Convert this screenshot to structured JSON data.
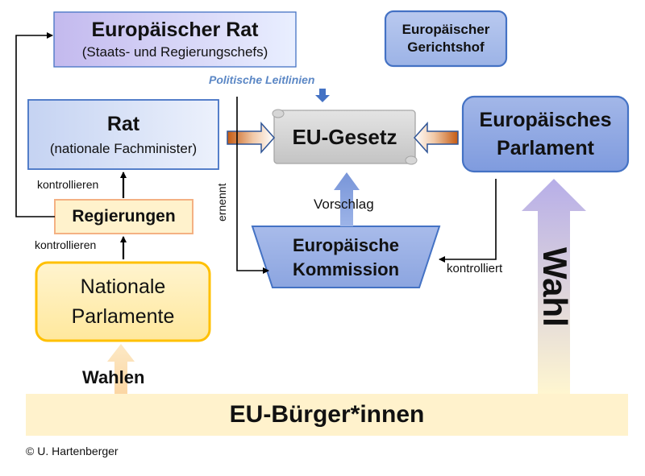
{
  "nodes": {
    "european_council": {
      "title": "Europäischer Rat",
      "subtitle": "(Staats- und Regierungschefs)"
    },
    "court_of_justice": {
      "line1": "Europäischer",
      "line2": "Gerichtshof"
    },
    "council": {
      "title": "Rat",
      "subtitle": "(nationale Fachminister)"
    },
    "eu_law": {
      "title": "EU-Gesetz"
    },
    "european_parliament": {
      "line1": "Europäisches",
      "line2": "Parlament"
    },
    "governments": {
      "title": "Regierungen"
    },
    "commission": {
      "line1": "Europäische",
      "line2": "Kommission"
    },
    "national_parliaments": {
      "line1": "Nationale",
      "line2": "Parlamente"
    },
    "citizens": {
      "title": "EU-Bürger*innen"
    }
  },
  "labels": {
    "policy_guidelines": "Politische Leitlinien",
    "control_council": "kontrollieren",
    "control_governments": "kontrollieren",
    "appoints": "ernennt",
    "proposal": "Vorschlag",
    "controls": "kontrolliert",
    "elections": "Wahlen",
    "election": "Wahl"
  },
  "footer": {
    "copyright": "© U. Hartenberger"
  },
  "colors": {
    "blue_border": "#4472c4",
    "blue_fill": "#c9d7f3",
    "orange_border": "#f4b183",
    "yellow_fill": "#fff2cc",
    "gold_border": "#ffc000",
    "policy_text": "#5b87c5",
    "citizens_band": "#fff2cc",
    "eu_law_fill": "#d0d0d0",
    "arrow_orange": "#c55a11"
  }
}
